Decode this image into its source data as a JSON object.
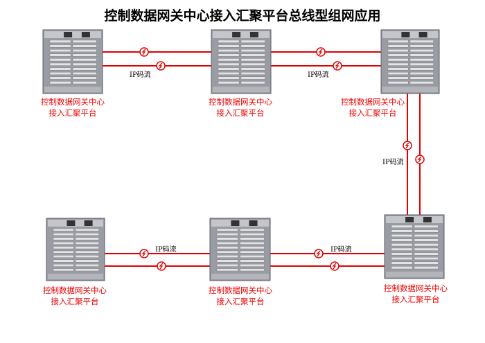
{
  "title": "控制数据网关中心接入汇聚平台总线型组网应用",
  "node_caption_line1": "控制数据网关中心",
  "node_caption_line2": "接入汇聚平台",
  "link_label": "IP码流",
  "nodes": [
    {
      "id": "top-left"
    },
    {
      "id": "top-middle"
    },
    {
      "id": "top-right"
    },
    {
      "id": "bottom-left"
    },
    {
      "id": "bottom-middle"
    },
    {
      "id": "bottom-right"
    }
  ],
  "links": [
    {
      "from": "top-left",
      "to": "top-middle",
      "lines": 2
    },
    {
      "from": "top-middle",
      "to": "top-right",
      "lines": 2
    },
    {
      "from": "top-right",
      "to": "bottom-right",
      "lines": 2
    },
    {
      "from": "bottom-right",
      "to": "bottom-middle",
      "lines": 2
    },
    {
      "from": "bottom-middle",
      "to": "bottom-left",
      "lines": 2
    }
  ],
  "colors": {
    "link": "#e00000",
    "caption": "#e00000",
    "device": "#8a8d94"
  },
  "icons": {
    "link_marker": "lightning-bolt-circle-icon"
  }
}
